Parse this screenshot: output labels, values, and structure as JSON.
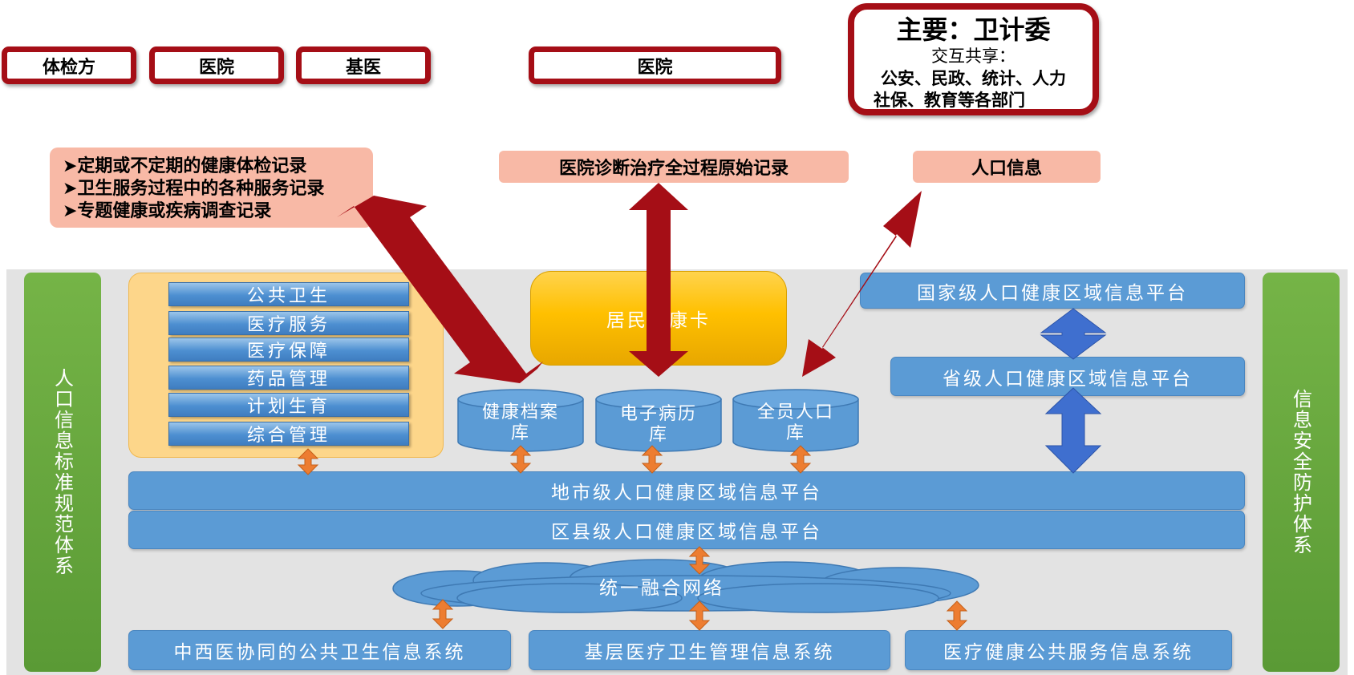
{
  "top_boxes": [
    {
      "label": "体检方"
    },
    {
      "label": "医院"
    },
    {
      "label": "基医"
    },
    {
      "label": "医院"
    }
  ],
  "main_box": {
    "title": "主要：卫计委",
    "share_label": "交互共享：",
    "line1": "公安、民政、统计、人力",
    "line2": "社保、教育等各部门"
  },
  "records": {
    "left": [
      "➤定期或不定期的健康体检记录",
      "➤卫生服务过程中的各种服务记录",
      "➤专题健康或疾病调查记录"
    ],
    "center": "医院诊断治疗全过程原始记录",
    "right": "人口信息"
  },
  "side_bars": {
    "left": "人口信息标准规范体系",
    "right": "信息安全防护体系"
  },
  "business_menu": [
    "公共卫生",
    "医疗服务",
    "医疗保障",
    "药品管理",
    "计划生育",
    "综合管理"
  ],
  "resident_card": "居民健康卡",
  "databases": [
    {
      "line1": "健康档案",
      "line2": "库"
    },
    {
      "line1": "电子病历",
      "line2": "库"
    },
    {
      "line1": "全员人口",
      "line2": "库"
    }
  ],
  "platforms": {
    "national": "国家级人口健康区域信息平台",
    "provincial": "省级人口健康区域信息平台",
    "city": "地市级人口健康区域信息平台",
    "county": "区县级人口健康区域信息平台"
  },
  "network": "统一融合网络",
  "systems": [
    "中西医协同的公共卫生信息系统",
    "基层医疗卫生管理信息系统",
    "医疗健康公共服务信息系统"
  ],
  "colors": {
    "dark_red": "#a50e16",
    "pink": "#f8b9a6",
    "blue": "#5b9bd5",
    "green": "#6aab3f",
    "orange": "#ed7d31",
    "gold": "#ffc000"
  }
}
